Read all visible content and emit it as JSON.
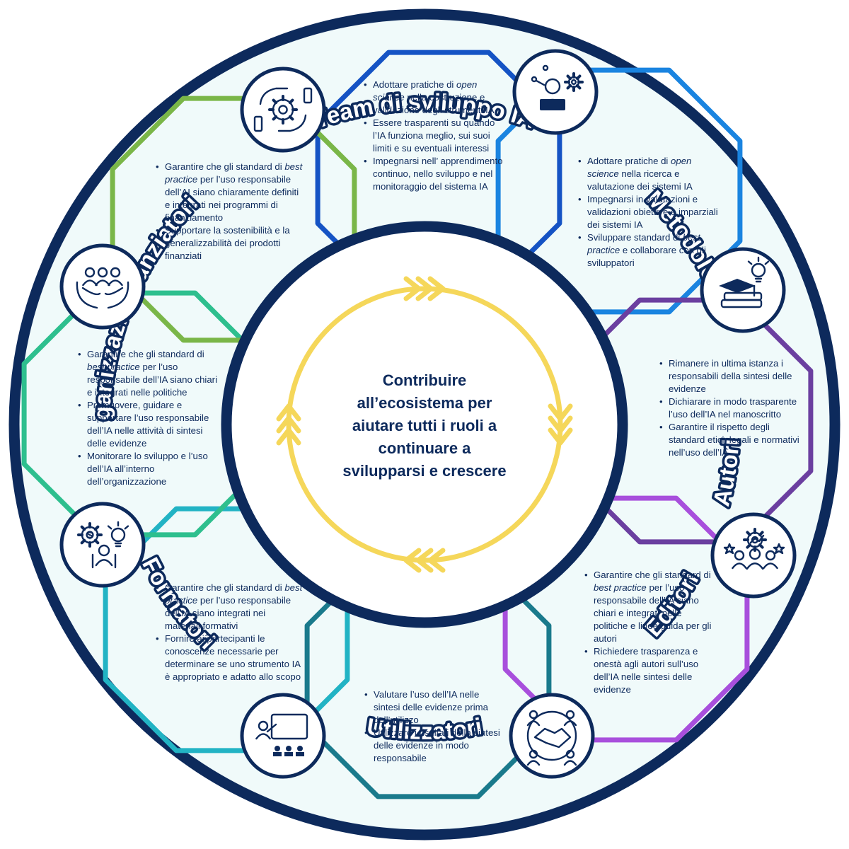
{
  "center": {
    "lines": [
      "Contribuire",
      "all’ecosistema per",
      "aiutare tutti i ruoli a",
      "continuare a",
      "svilupparsi e crescere"
    ]
  },
  "roles": [
    {
      "key": "team",
      "label": "Team di sviluppo IA",
      "color": "#1553c4",
      "icon": "hands-gear-icon",
      "items": [
        [
          {
            "t": "Adottare pratiche di "
          },
          {
            "t": "open science",
            "i": true
          },
          {
            "t": " nella costruzione e validazione degli strumenti IA"
          }
        ],
        [
          {
            "t": "Essere trasparenti su quando l’IA funziona meglio, sui suoi limiti e su eventuali interessi"
          }
        ],
        [
          {
            "t": "Impegnarsi nell’ apprendimento continuo, nello sviluppo e nel monitoraggio del sistema IA"
          }
        ]
      ]
    },
    {
      "key": "metodologi",
      "label": "Metodologi",
      "color": "#1a84e0",
      "icon": "laptop-user-icon",
      "items": [
        [
          {
            "t": "Adottare pratiche di "
          },
          {
            "t": "open science",
            "i": true
          },
          {
            "t": " nella ricerca e valutazione dei sistemi IA"
          }
        ],
        [
          {
            "t": "Impegnarsi in valutazioni e validazioni obiettive e imparziali dei sistemi IA"
          }
        ],
        [
          {
            "t": "Sviluppare standard di "
          },
          {
            "t": "best practice",
            "i": true
          },
          {
            "t": " e collaborare con gli sviluppatori"
          }
        ]
      ]
    },
    {
      "key": "autori",
      "label": "Autori",
      "color": "#6b3fa0",
      "icon": "graduation-books-icon",
      "items": [
        [
          {
            "t": "Rimanere in ultima istanza i responsabili della sintesi delle evidenze"
          }
        ],
        [
          {
            "t": "Dichiarare in modo trasparente l’uso dell’IA nel manoscritto"
          }
        ],
        [
          {
            "t": "Garantire il rispetto degli standard etici, legali e normativi nell’uso dell’IA"
          }
        ]
      ]
    },
    {
      "key": "editori",
      "label": "Editori",
      "color": "#a84fdc",
      "icon": "team-growth-icon",
      "items": [
        [
          {
            "t": "Garantire che gli standard di "
          },
          {
            "t": "best practice",
            "i": true
          },
          {
            "t": " per l’uso responsabile dell’IA siano chiari e integrati nelle politiche e linee guida per gli autori"
          }
        ],
        [
          {
            "t": "Richiedere trasparenza e onestà agli autori sull’uso dell’IA nelle sintesi delle evidenze"
          }
        ]
      ]
    },
    {
      "key": "utilizzatori",
      "label": "Utilizzatori",
      "color": "#1a7a8c",
      "icon": "handshake-icon",
      "items": [
        [
          {
            "t": "Valutare l’uso dell’IA nelle sintesi delle evidenze prima dell’utilizzo"
          }
        ],
        [
          {
            "t": "Utilizzare i risultati della sintesi delle evidenze in modo responsabile"
          }
        ]
      ]
    },
    {
      "key": "formatori",
      "label": "Formatori",
      "color": "#22b3c4",
      "icon": "teacher-board-icon",
      "items": [
        [
          {
            "t": "Garantire che gli standard di "
          },
          {
            "t": "best practice",
            "i": true
          },
          {
            "t": " per l’uso responsabile dell’IA siano integrati nei materiali formativi"
          }
        ],
        [
          {
            "t": "Fornire ai partecipanti le conoscenze necessarie per determinare se uno strumento IA è appropriato e adatto allo scopo"
          }
        ]
      ]
    },
    {
      "key": "organizzazioni",
      "label": "Organizzazioni",
      "color": "#2ebf8e",
      "icon": "people-hands-icon",
      "items": [
        [
          {
            "t": "Garantire che gli standard di "
          },
          {
            "t": "best practice",
            "i": true
          },
          {
            "t": " per l’uso responsabile dell’IA siano chiari e integrati nelle politiche"
          }
        ],
        [
          {
            "t": "Promuovere, guidare e supportare l’uso responsabile dell’IA nelle attività di sintesi delle evidenze"
          }
        ],
        [
          {
            "t": "Monitorare lo sviluppo e l’uso dell’IA all’interno dell’organizzazione"
          }
        ]
      ]
    },
    {
      "key": "finanziatori",
      "label": "Finanziatori",
      "color": "#7ab648",
      "icon": "money-idea-icon",
      "items": [
        [
          {
            "t": "Garantire che gli standard di "
          },
          {
            "t": "best practice",
            "i": true
          },
          {
            "t": " per l’uso responsabile dell’AI siano chiaramente definiti e integrati nei programmi di finanziamento"
          }
        ],
        [
          {
            "t": "Supportare la sostenibilità e la generalizzabilità dei prodotti finanziati"
          }
        ]
      ]
    }
  ],
  "colors": {
    "navy": "#0d2a5c",
    "ring_fill": "#f0fafa",
    "cycle": "#f5d75a"
  }
}
